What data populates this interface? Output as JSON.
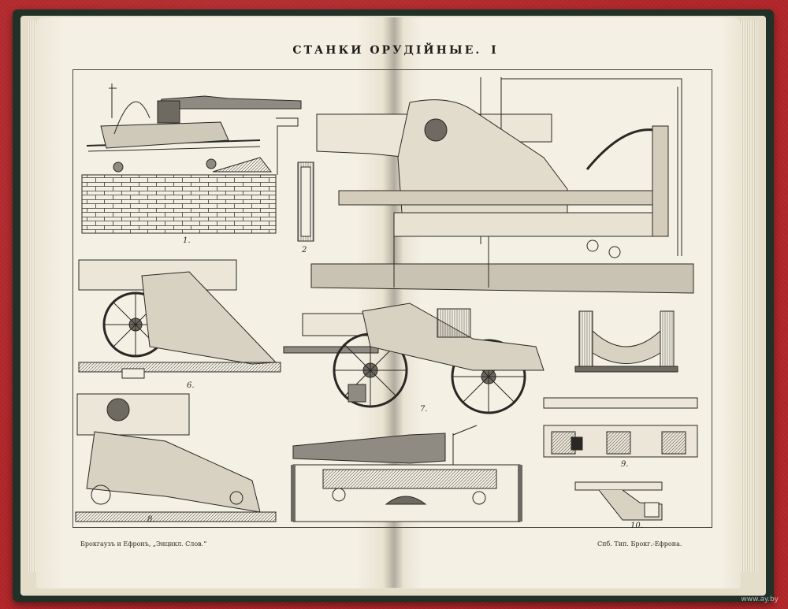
{
  "plate": {
    "title": "СТАНКИ ОРУДІЙНЫЕ.",
    "number": "I"
  },
  "figures": [
    "1.",
    "2",
    "6.",
    "7.",
    "8.",
    "9.",
    "10."
  ],
  "footer": {
    "left": "Брокгаузъ и Ефронъ, „Энцикл. Слов.“",
    "right": "Спб. Тип. Брокг.-Ефрона."
  },
  "watermark": "www.ay.by"
}
